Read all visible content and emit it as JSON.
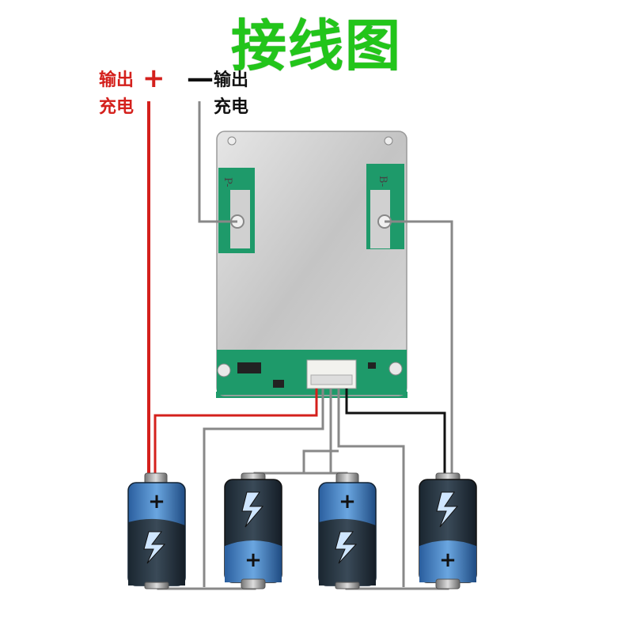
{
  "title": "接线图",
  "positive": {
    "line1": "输出",
    "line2": "充电",
    "sign": "+"
  },
  "negative": {
    "line1": "输出",
    "line2": "充电",
    "sign": "—"
  },
  "board": {
    "left_pad_label": "P-",
    "right_pad_label": "B-"
  },
  "colors": {
    "title": "#22c51a",
    "positive_wire": "#d4201c",
    "negative_wire": "#111111",
    "cell_wire": "#888888",
    "board": "#c9c9c9",
    "pcb": "#1e9a6a"
  }
}
